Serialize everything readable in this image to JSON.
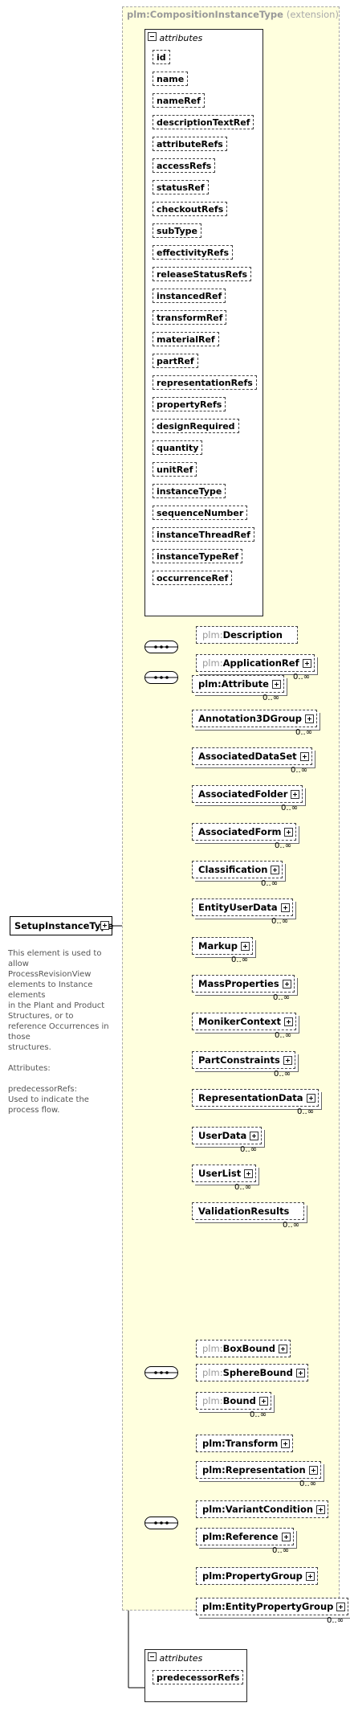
{
  "extension": {
    "base": "plm:CompositionInstanceType",
    "label": "(extension)"
  },
  "attributes_label": "attributes",
  "attributes": [
    "id",
    "name",
    "nameRef",
    "descriptionTextRef",
    "attributeRefs",
    "accessRefs",
    "statusRef",
    "checkoutRefs",
    "subType",
    "effectivityRefs",
    "releaseStatusRefs",
    "instancedRef",
    "transformRef",
    "materialRef",
    "partRef",
    "representationRefs",
    "propertyRefs",
    "designRequired",
    "quantity",
    "unitRef",
    "instanceType",
    "sequenceNumber",
    "instanceThreadRef",
    "instanceTypeRef",
    "occurrenceRef"
  ],
  "seq1": [
    {
      "prefix": "plm:",
      "name": "Description",
      "occ": ""
    },
    {
      "prefix": "plm:",
      "name": "ApplicationRef",
      "occ": "0..∞"
    }
  ],
  "choice_items": [
    {
      "name": "plm:Attribute",
      "occ": "0..∞"
    },
    {
      "name": "Annotation3DGroup",
      "occ": "0..∞"
    },
    {
      "name": "AssociatedDataSet",
      "occ": "0..∞"
    },
    {
      "name": "AssociatedFolder",
      "occ": "0..∞"
    },
    {
      "name": "AssociatedForm",
      "occ": "0..∞"
    },
    {
      "name": "Classification",
      "occ": "0..∞"
    },
    {
      "name": "EntityUserData",
      "occ": "0..∞"
    },
    {
      "name": "Markup",
      "occ": "0..∞"
    },
    {
      "name": "MassProperties",
      "occ": "0..∞"
    },
    {
      "name": "MonikerContext",
      "occ": "0..∞"
    },
    {
      "name": "PartConstraints",
      "occ": "0..∞"
    },
    {
      "name": "RepresentationData",
      "occ": "0..∞"
    },
    {
      "name": "UserData",
      "occ": "0..∞"
    },
    {
      "name": "UserList",
      "occ": "0..∞"
    },
    {
      "name": "ValidationResults",
      "occ": "0..∞"
    }
  ],
  "bound_items": [
    {
      "prefix": "plm:",
      "name": "BoxBound",
      "occ": ""
    },
    {
      "prefix": "plm:",
      "name": "SphereBound",
      "occ": ""
    },
    {
      "prefix": "plm:",
      "name": "Bound",
      "occ": "0..∞"
    }
  ],
  "last_items": [
    {
      "name": "plm:Transform",
      "occ": ""
    },
    {
      "name": "plm:Representation",
      "occ": "0..∞"
    },
    {
      "name": "plm:VariantCondition",
      "occ": ""
    },
    {
      "name": "plm:Reference",
      "occ": "0..∞"
    },
    {
      "name": "plm:PropertyGroup",
      "occ": ""
    },
    {
      "name": "plm:EntityPropertyGroup",
      "occ": "0..∞"
    }
  ],
  "root": {
    "name": "SetupInstanceType",
    "doc": [
      "This element is used to allow ProcessRevisionView elements to Instance elements",
      "in the Plant and Product Structures, or to reference Occurrences in those",
      "structures.",
      "",
      "Attributes:",
      "",
      "predecessorRefs:",
      "Used to indicate the process flow."
    ]
  },
  "own_attributes": [
    "predecessorRefs"
  ]
}
